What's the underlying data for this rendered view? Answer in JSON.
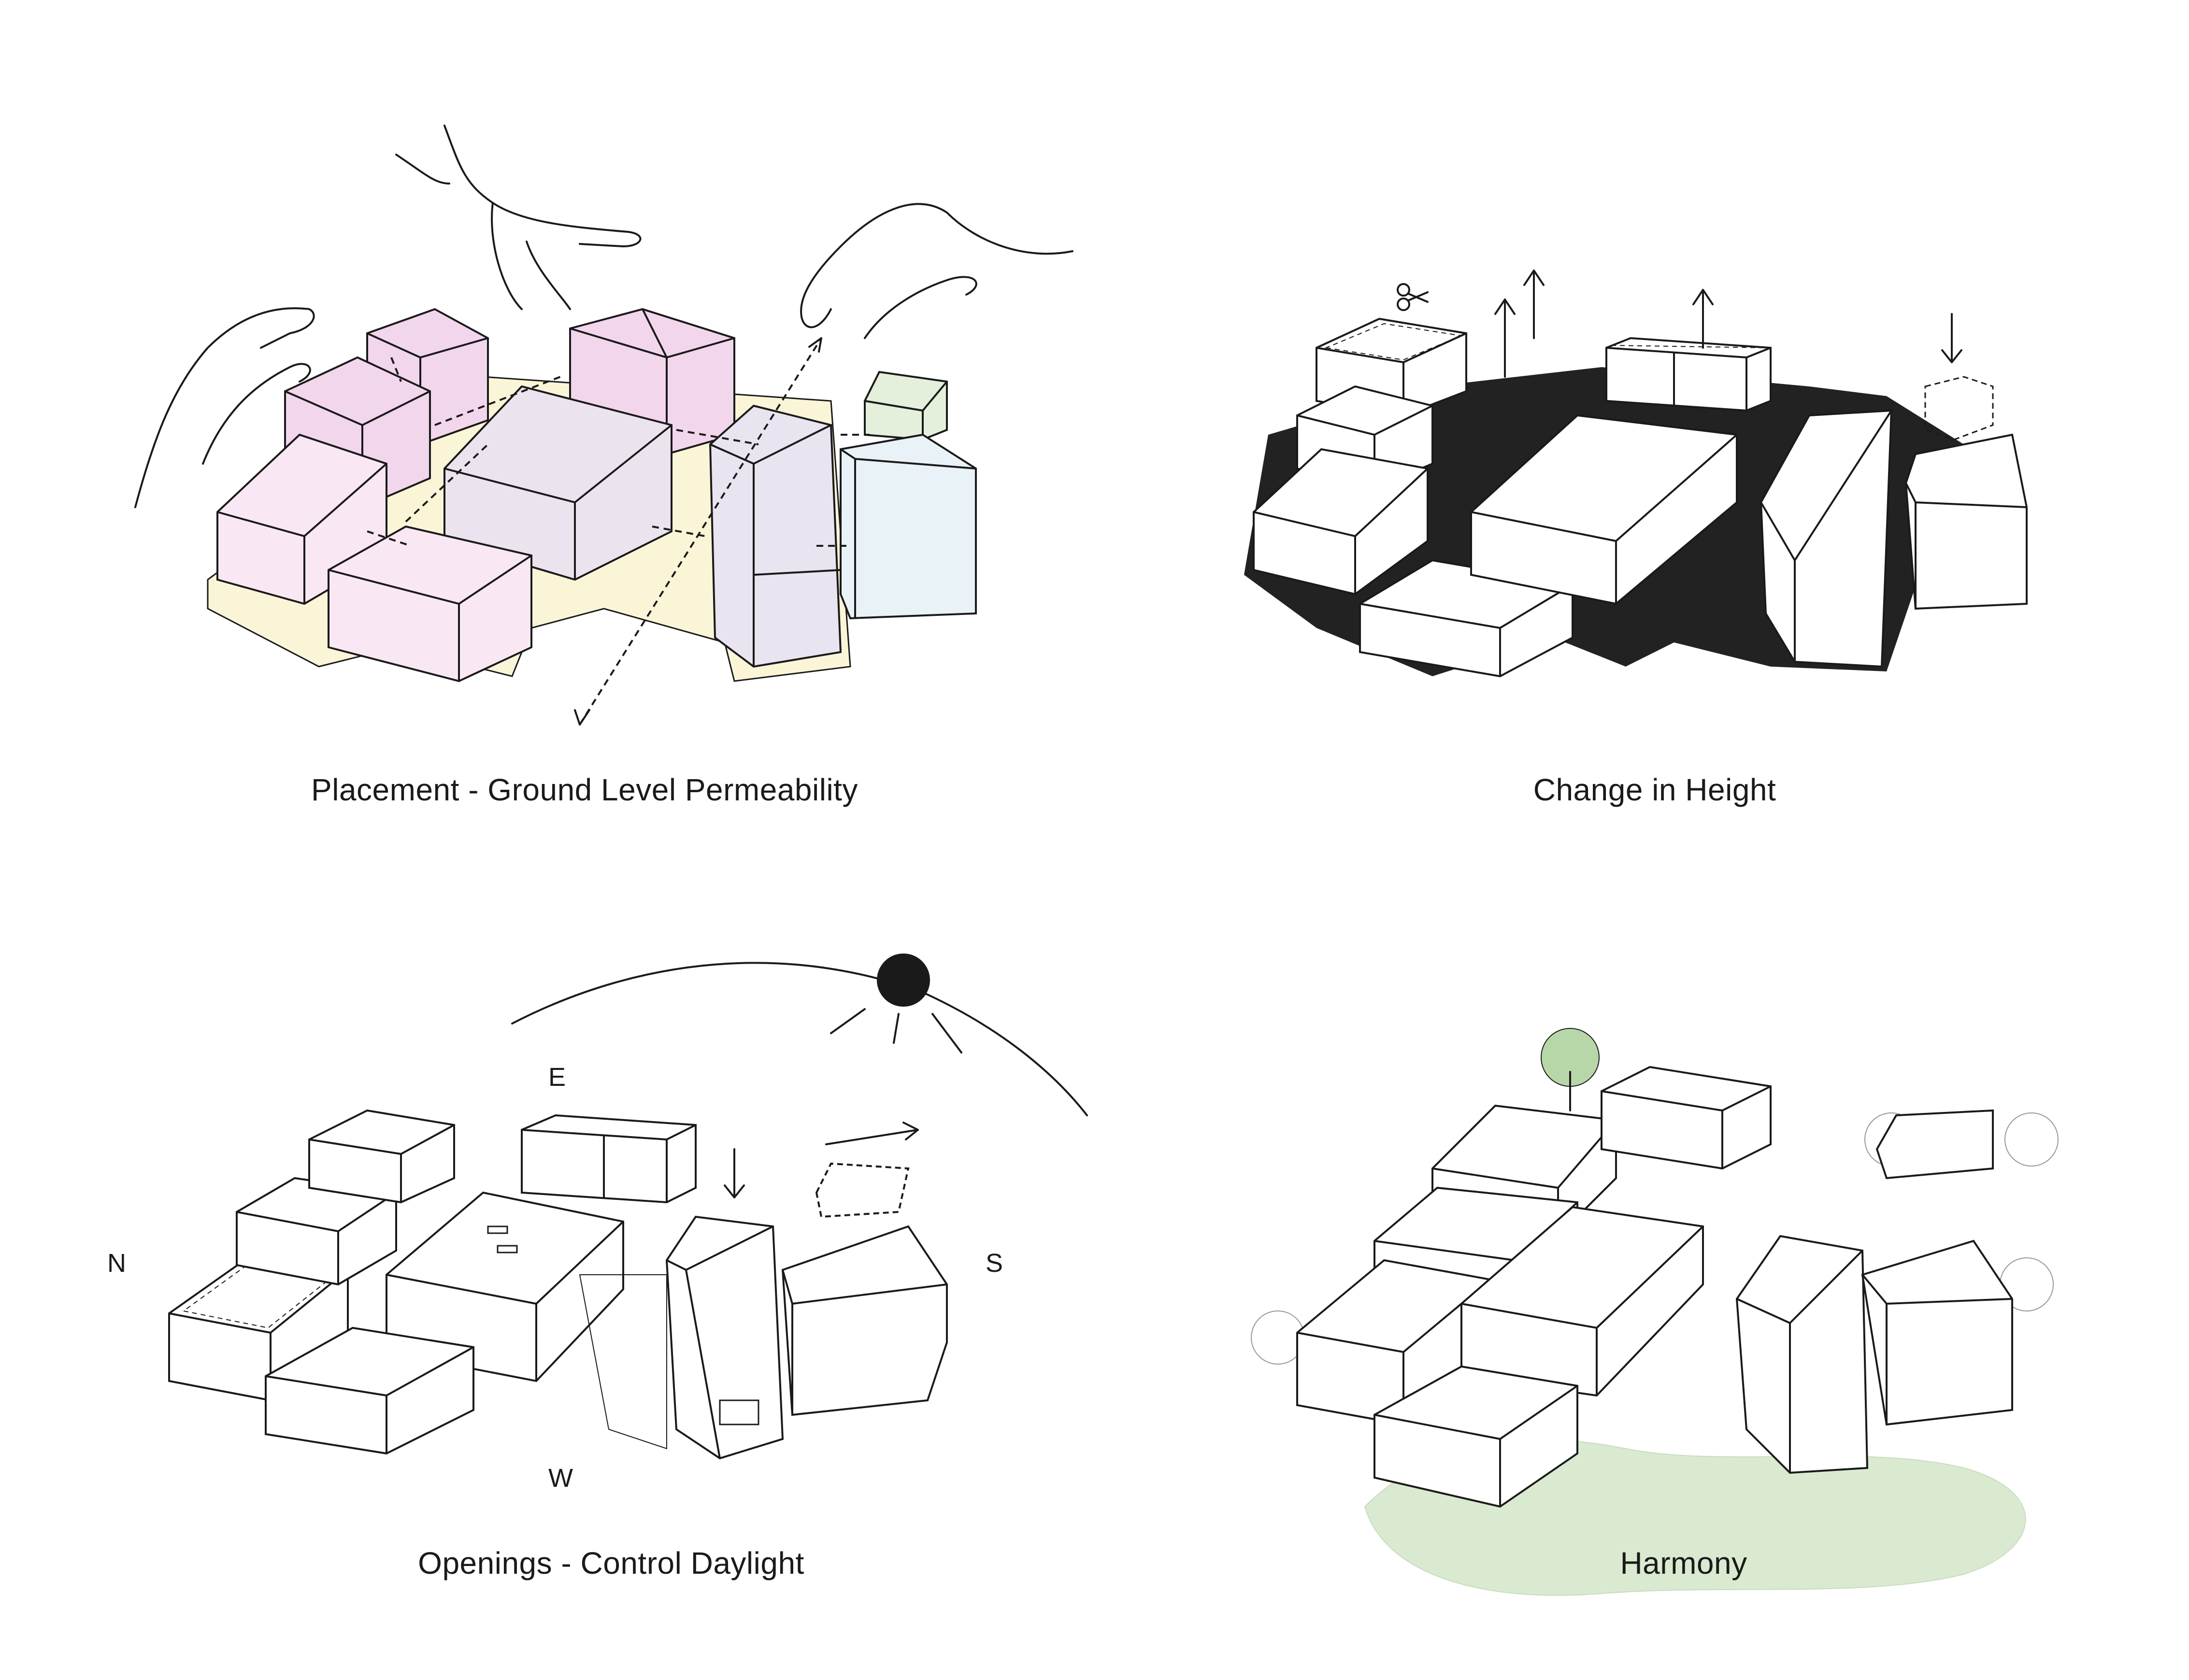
{
  "panels": [
    {
      "id": "placement",
      "caption": "Placement - Ground Level Permeability"
    },
    {
      "id": "height",
      "caption": "Change in Height"
    },
    {
      "id": "openings",
      "caption": "Openings -  Control Daylight",
      "compass": {
        "east": "E",
        "west": "W",
        "north": "N",
        "south": "S"
      }
    },
    {
      "id": "harmony",
      "caption": "Harmony"
    }
  ],
  "colors": {
    "ink": "#1a1a1a",
    "pink_block": "#f2d6ec",
    "lavender_block": "#ebe4ef",
    "ground": "#fbf5d8",
    "green_block": "#e4f0dc",
    "blue_block": "#e9f2f6",
    "shadow": "#222222",
    "landscape_green": "#d9ead0"
  },
  "icons": [
    "hand-icon",
    "arrow-up-icon",
    "arrow-down-icon",
    "scissors-icon",
    "sun-icon"
  ]
}
